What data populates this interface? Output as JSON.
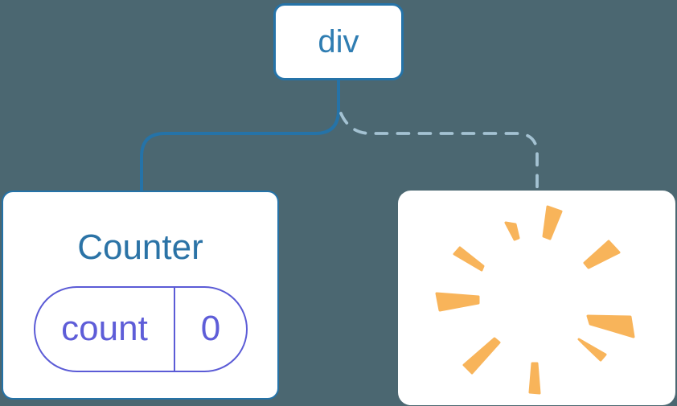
{
  "diagram": {
    "background_color": "#4B6771",
    "root_node": {
      "label": "div"
    },
    "connectors": {
      "solid_color": "#2573A8",
      "dashed_color": "#A4C2D2"
    },
    "counter_card": {
      "title": "Counter",
      "title_color": "#2B73A6",
      "border_color": "#2573A8",
      "state_pill": {
        "key": "count",
        "value": "0",
        "accent_color": "#5B5BD6"
      }
    },
    "poof_card": {
      "icon": "poof-icon",
      "burst_color": "#F8B45A"
    }
  }
}
